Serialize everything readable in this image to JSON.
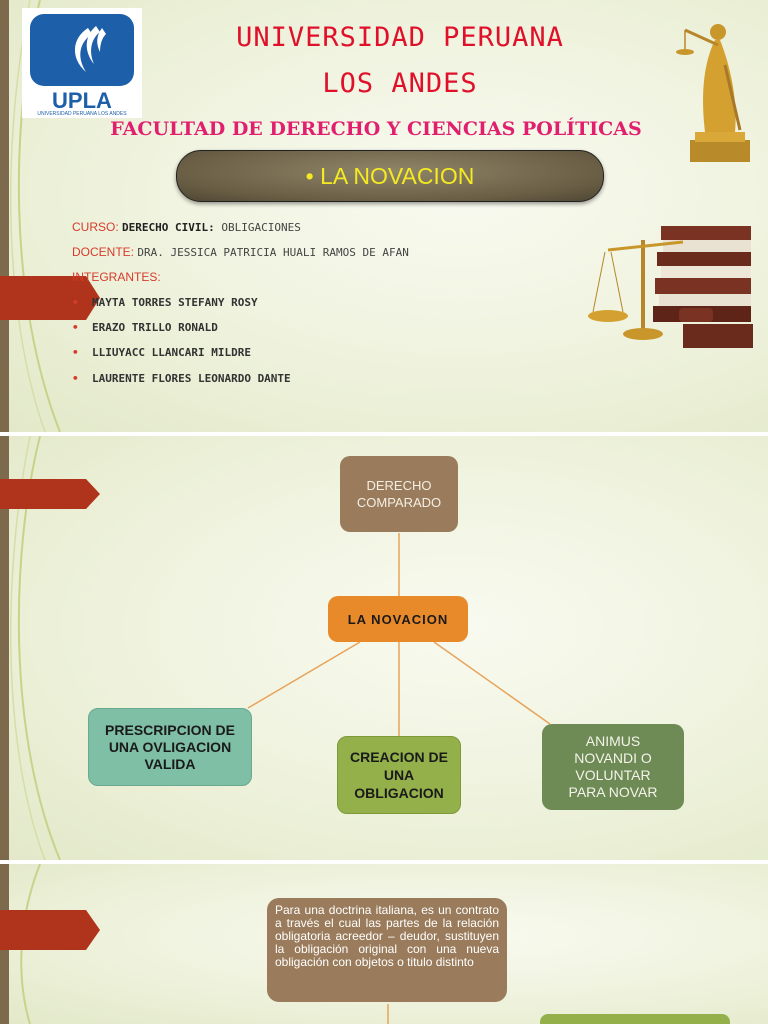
{
  "slide1": {
    "logo_text": "UPLA",
    "logo_subtext": "UNIVERSIDAD PERUANA LOS ANDES",
    "title_line1": "UNIVERSIDAD PERUANA",
    "title_line2": "LOS ANDES",
    "faculty": "FACULTAD DE DERECHO Y CIENCIAS POLÍTICAS",
    "topic": "• LA NOVACION",
    "curso_label": "CURSO: ",
    "curso_value_bold": "DERECHO CIVIL: ",
    "curso_value": "OBLIGACIONES",
    "docente_label": "DOCENTE: ",
    "docente_value": "DRA. JESSICA PATRICIA HUALI RAMOS DE AFAN",
    "integrantes_label": "INTEGRANTES:",
    "members": [
      "MAYTA TORRES STEFANY ROSY",
      "ERAZO TRILLO RONALD",
      "LLIUYACC LLANCARI MILDRE",
      "LAURENTE FLORES LEONARDO DANTE"
    ],
    "bullet": "•"
  },
  "slide2": {
    "top_node": "DERECHO COMPARADO",
    "center_node": "LA NOVACION",
    "left_node": "PRESCRIPCION DE UNA OVLIGACION VALIDA",
    "middle_node": "CREACION DE UNA OBLIGACION",
    "right_node": "ANIMUS NOVANDI O VOLUNTAR PARA NOVAR"
  },
  "slide3": {
    "text": "Para una doctrina italiana, es un contrato a través el cual las partes de la relación obligatoria acreedor – deudor, sustituyen la obligación original  con una nueva obligación con objetos o titulo distinto"
  },
  "colors": {
    "title_red": "#e0102a",
    "faculty_pink": "#e0206e",
    "topic_yellow": "#f5ea22",
    "arrow_red": "#b0341c",
    "node_brown": "#9a7c5c",
    "node_orange": "#e88a2a",
    "node_teal": "#7ebfa6",
    "node_green": "#94b04a",
    "node_olive": "#6e8a55"
  }
}
